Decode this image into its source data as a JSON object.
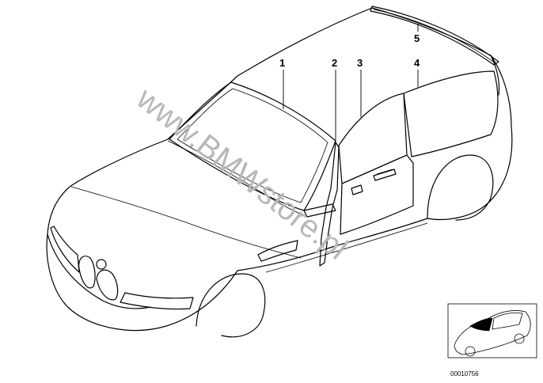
{
  "diagram": {
    "parts": [
      {
        "label": "1"
      },
      {
        "label": "2"
      },
      {
        "label": "3"
      },
      {
        "label": "4"
      },
      {
        "label": "5"
      }
    ],
    "watermark": "www.BMWstore.pl",
    "thumbnail": {
      "reference": "00010756"
    }
  }
}
